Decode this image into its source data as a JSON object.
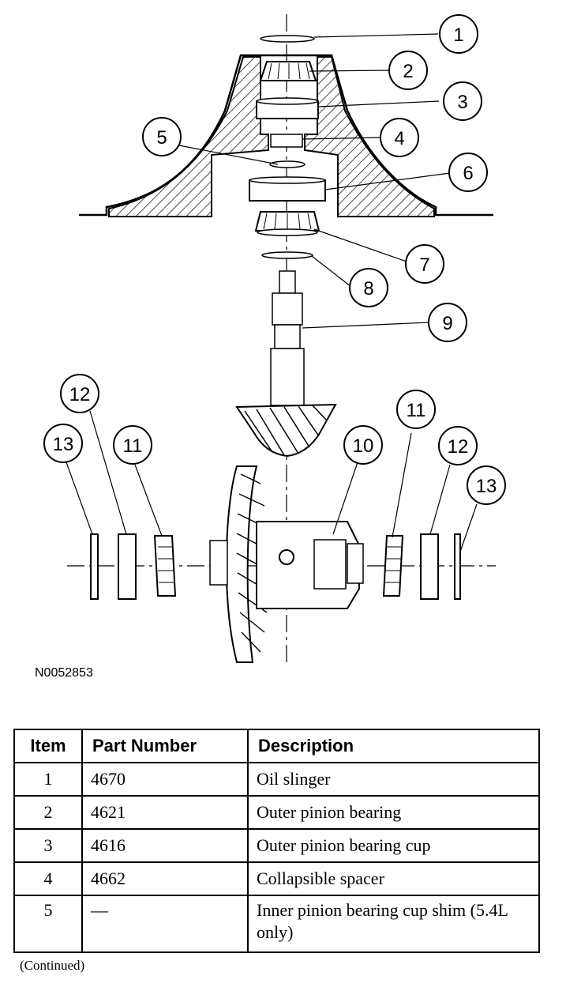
{
  "figure_id": "N0052853",
  "callouts": [
    "1",
    "2",
    "3",
    "4",
    "5",
    "6",
    "7",
    "8",
    "9",
    "10",
    "11",
    "12",
    "13",
    "11",
    "12",
    "13"
  ],
  "table": {
    "headers": [
      "Item",
      "Part Number",
      "Description"
    ],
    "rows": [
      {
        "item": "1",
        "part": "4670",
        "desc": "Oil slinger"
      },
      {
        "item": "2",
        "part": "4621",
        "desc": "Outer pinion bearing"
      },
      {
        "item": "3",
        "part": "4616",
        "desc": "Outer pinion bearing cup"
      },
      {
        "item": "4",
        "part": "4662",
        "desc": "Collapsible spacer"
      },
      {
        "item": "5",
        "part": "—",
        "desc": "Inner pinion bearing cup shim (5.4L only)"
      }
    ]
  },
  "continued": "(Continued)"
}
